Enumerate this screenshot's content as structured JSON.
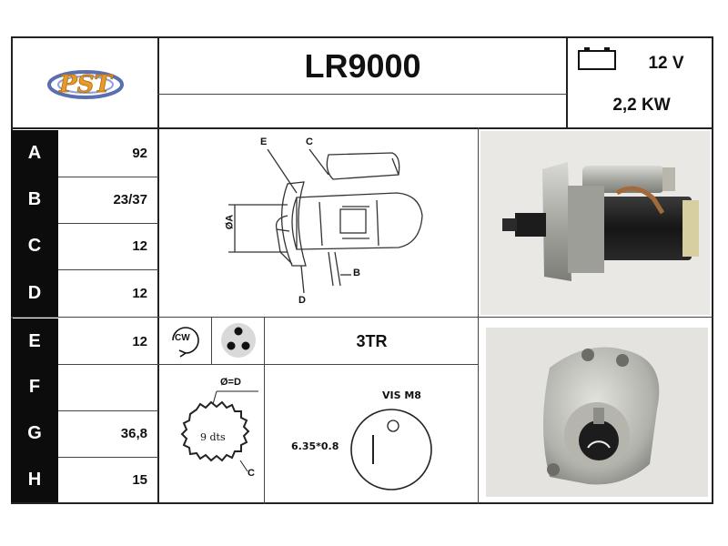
{
  "header": {
    "logo_text": "PST",
    "part_number": "LR9000",
    "voltage": "12 V",
    "power": "2,2 KW"
  },
  "specs": [
    {
      "letter": "A",
      "value": "92"
    },
    {
      "letter": "B",
      "value": "23/37"
    },
    {
      "letter": "C",
      "value": "12"
    },
    {
      "letter": "D",
      "value": "12"
    },
    {
      "letter": "E",
      "value": "12"
    },
    {
      "letter": "F",
      "value": ""
    },
    {
      "letter": "G",
      "value": "36,8"
    },
    {
      "letter": "H",
      "value": "15"
    }
  ],
  "diagram": {
    "label_e": "E",
    "label_c": "C",
    "label_a": "ØA",
    "label_b": "B",
    "label_d": "D"
  },
  "rotation": {
    "direction": "CW",
    "terminal": "3TR"
  },
  "pinion": {
    "diameter_label": "Ø=D",
    "teeth_label": "9 dts",
    "c_label": "C"
  },
  "mounting": {
    "screw_label": "VIS M8",
    "dimension_label": "6.35*0.8"
  },
  "icons": {
    "battery": "battery-icon",
    "rotation": "rotation-arrow-icon",
    "connector": "three-pin-connector-icon"
  }
}
